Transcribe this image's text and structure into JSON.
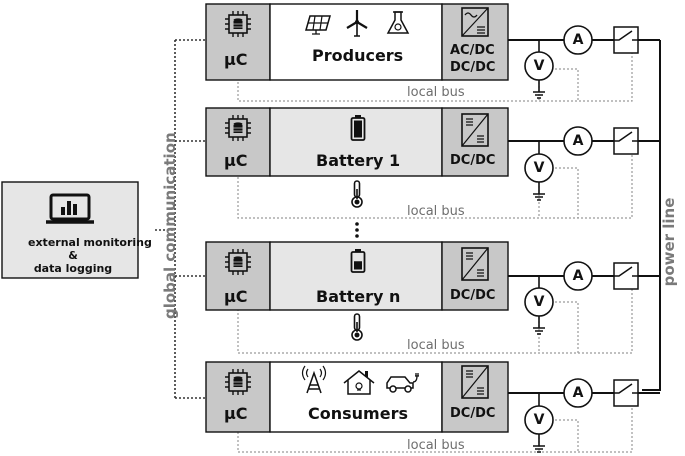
{
  "external_box": {
    "line1": "external monitoring",
    "line2": "&",
    "line3": "data logging"
  },
  "global_label": "global communication",
  "power_label": "power line",
  "rows": [
    {
      "controller": "µC",
      "name": "Producers",
      "converter_top": "AC/DC",
      "converter_bottom": "DC/DC",
      "bus": "local bus",
      "voltmeter": "V",
      "ammeter": "A"
    },
    {
      "controller": "µC",
      "name": "Battery 1",
      "converter": "DC/DC",
      "bus": "local bus",
      "voltmeter": "V",
      "ammeter": "A"
    },
    {
      "controller": "µC",
      "name": "Battery n",
      "converter": "DC/DC",
      "bus": "local bus",
      "voltmeter": "V",
      "ammeter": "A"
    },
    {
      "controller": "µC",
      "name": "Consumers",
      "converter": "DC/DC",
      "bus": "local bus",
      "voltmeter": "V",
      "ammeter": "A"
    }
  ],
  "icons": [
    "chip-icon",
    "solar-panel-icon",
    "wind-turbine-icon",
    "flask-icon",
    "battery-icon",
    "thermometer-icon",
    "antenna-icon",
    "house-icon",
    "electric-car-icon",
    "laptop-chart-icon",
    "dc-dc-converter-icon",
    "ac-dc-converter-icon",
    "switch-icon",
    "ground-icon"
  ],
  "colors": {
    "box_dark": "#c8c8c8",
    "box_light": "#e6e6e6",
    "line": "#111111",
    "dotted": "#9a9a9a",
    "label_gray": "#7a7a7a"
  }
}
